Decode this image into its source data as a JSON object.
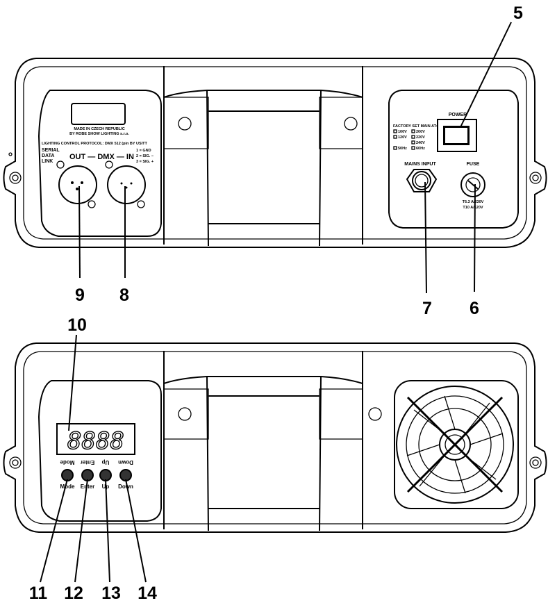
{
  "callouts": {
    "c5": "5",
    "c6": "6",
    "c7": "7",
    "c8": "8",
    "c9": "9",
    "c10": "10",
    "c11": "11",
    "c12": "12",
    "c13": "13",
    "c14": "14"
  },
  "rear_panel": {
    "made_in_line1": "MADE IN CZECH REPUBLIC",
    "made_in_line2": "BY ROBE SHOW LIGHTING s.r.o.",
    "protocol": "LIGHTING CONTROL PROTOCOL: DMX 512 (pin BY USITT",
    "serial_line1": "SERIAL",
    "serial_line2": "DATA",
    "serial_line3": "LINK",
    "dmx_label": "OUT — DMX — IN",
    "pin1": "1 = GND",
    "pin2": "2 = SIG. −",
    "pin3": "3 = SIG. +",
    "factory_set": "FACTORY SET MAIN AT:",
    "v100": "100V",
    "v120": "120V",
    "v200": "200V",
    "v220": "220V",
    "v240": "240V",
    "hz50": "50Hz",
    "hz60": "60Hz",
    "power_label": "POWER",
    "mains_input_label": "MAINS INPUT",
    "fuse_label": "FUSE",
    "fuse_rating1": "T6.3 A/230V",
    "fuse_rating2": "T10 A/120V"
  },
  "front_panel": {
    "display_value": "8888",
    "buttons": [
      {
        "label": "Mode"
      },
      {
        "label": "Enter"
      },
      {
        "label": "Up"
      },
      {
        "label": "Down"
      }
    ]
  }
}
